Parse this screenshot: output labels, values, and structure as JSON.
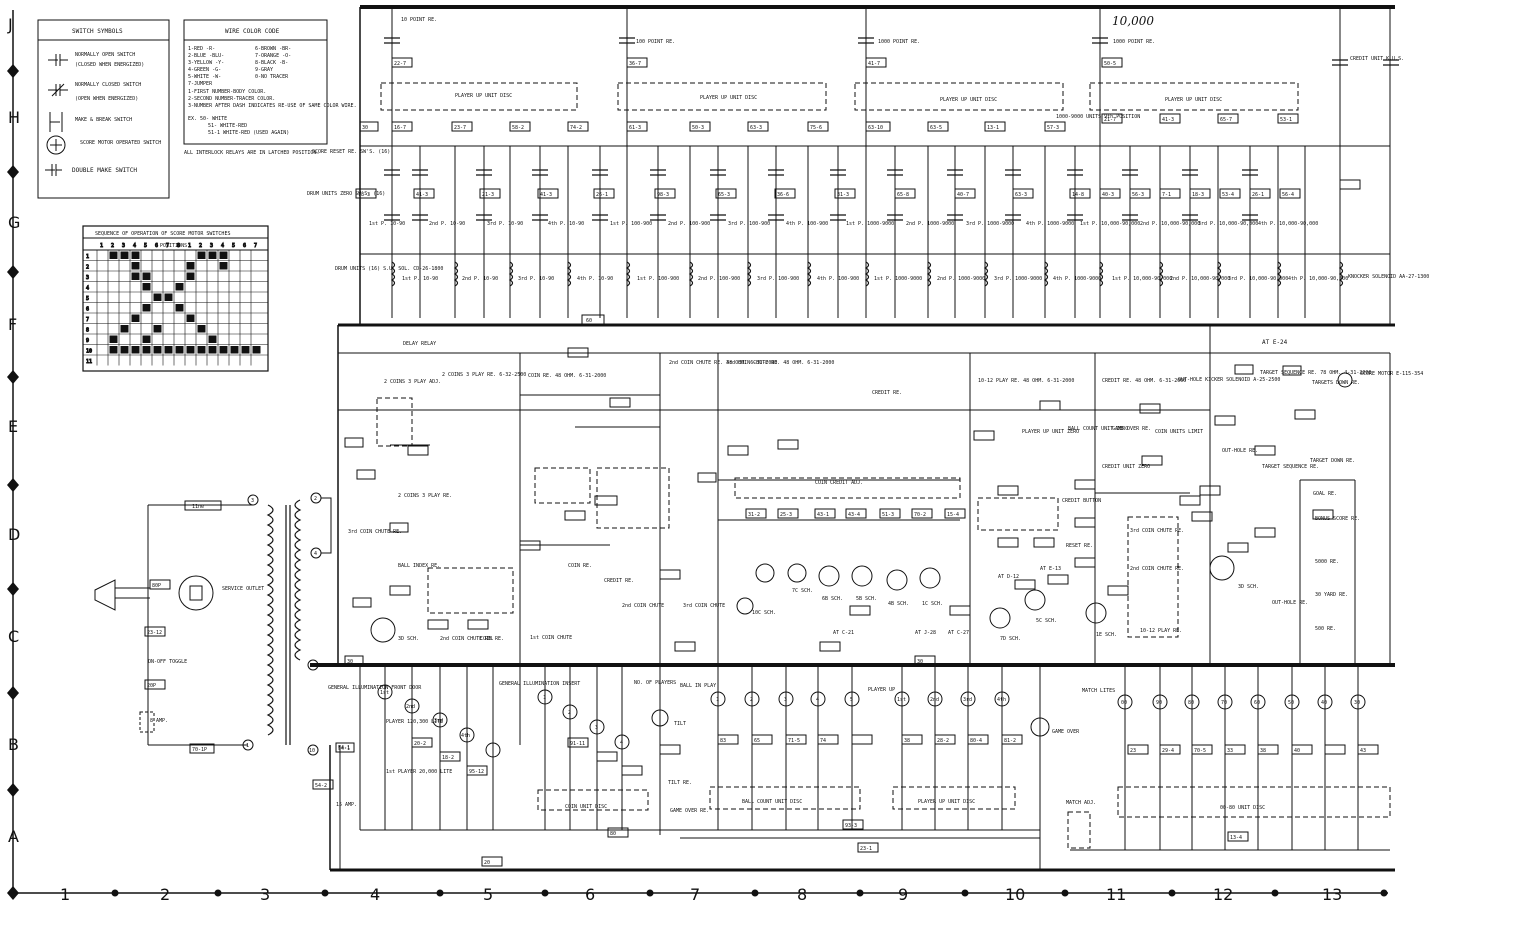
{
  "handwritten_note": "10,000",
  "grid": {
    "rows": [
      "J",
      "H",
      "G",
      "F",
      "E",
      "D",
      "C",
      "B",
      "A"
    ],
    "cols": [
      "1",
      "2",
      "3",
      "4",
      "5",
      "6",
      "7",
      "8",
      "9",
      "10",
      "11",
      "12",
      "13"
    ]
  },
  "switch_symbols": {
    "title": "SWITCH SYMBOLS",
    "items": [
      {
        "label": "NORMALLY OPEN SWITCH",
        "sub": "(CLOSED WHEN ENERGIZED)"
      },
      {
        "label": "NORMALLY CLOSED SWITCH",
        "sub": "(OPEN WHEN ENERGIZED)"
      },
      {
        "label": "MAKE & BREAK SWITCH",
        "sub": ""
      },
      {
        "label": "SCORE MOTOR OPERATED SWITCH",
        "sub": ""
      },
      {
        "label": "DOUBLE MAKE SWITCH",
        "sub": ""
      }
    ]
  },
  "wire_code": {
    "title": "WIRE COLOR CODE",
    "col1": [
      "1-RED -R-",
      "2-BLUE -BLU-",
      "3-YELLOW -Y-",
      "4-GREEN -G-",
      "5-WHITE -W-",
      "7-JUMPER"
    ],
    "col2": [
      "6-BROWN -BR-",
      "7-ORANGE -O-",
      "8-BLACK -B-",
      "9-GRAY",
      "0-NO TRACER"
    ],
    "notes": [
      "1-FIRST NUMBER-BODY COLOR.",
      "2-SECOND NUMBER-TRACER COLOR.",
      "3-NUMBER AFTER DASH INDICATES RE-USE OF SAME COLOR WIRE.",
      "EX. 50- WHITE",
      "51- WHITE-RED",
      "51-1 WHITE-RED (USED AGAIN)"
    ],
    "footer": "ALL INTERLOCK RELAYS ARE IN LATCHED POSITION."
  },
  "sequence_table": {
    "title": "SEQUENCE OF OPERATION OF SCORE MOTOR SWITCHES",
    "subtitle": "POSITIONS",
    "positions": [
      "1",
      "2",
      "3",
      "4",
      "5",
      "6",
      "7",
      "8",
      "1",
      "2",
      "3",
      "4",
      "5",
      "6",
      "7"
    ],
    "rows": [
      "1",
      "2",
      "3",
      "4",
      "5",
      "6",
      "7",
      "8",
      "9",
      "10",
      "11"
    ]
  },
  "top_relays": [
    {
      "label": "10 POINT RE.",
      "tag": "22-7"
    },
    {
      "label": "100 POINT RE.",
      "tag": "36-7"
    },
    {
      "label": "1000 POINT RE.",
      "tag": "41-7"
    },
    {
      "label": "1000 POINT RE.",
      "tag": "50-5"
    }
  ],
  "player_disc_label": "PLAYER UP UNIT DISC",
  "disc_tags": [
    "16-7",
    "23-7",
    "58-2",
    "74-2",
    "61-3",
    "50-3",
    "63-3",
    "75-6",
    "63-10",
    "63-5",
    "13-1",
    "57-3",
    "21-7",
    "41-3",
    "65-7",
    "53-1"
  ],
  "top_left_labels": [
    "SCORE RESET RE. SW'S. (16)",
    "DRUM UNITS ZERO SW'S. (16)",
    "DRUM UNITS (16) S.U. SOL. CD-26-1800"
  ],
  "drum_labels": [
    "1st P. 10-90",
    "2nd P. 10-90",
    "3rd P. 10-90",
    "4th P. 10-90",
    "1st P. 100-900",
    "2nd P. 100-900",
    "3rd P. 100-900",
    "4th P. 100-900",
    "1st P. 1000-9000",
    "2nd P. 1000-9000",
    "3rd P. 1000-9000",
    "4th P. 1000-9000",
    "1st P. 10,000-90,000",
    "2nd P. 10,000-90,000",
    "3rd P. 10,000-90,000",
    "4th P. 10,000-90,000"
  ],
  "drum_tags": [
    "78-3",
    "41-3",
    "21-3",
    "41-3",
    "26-1",
    "98-3",
    "65-3",
    "36-6",
    "31-3",
    "65-8",
    "40-7",
    "63-3",
    "14-8",
    "40-3",
    "56-3",
    "7-1",
    "18-3",
    "53-4",
    "26-1",
    "56-4"
  ],
  "right_top_labels": [
    "CREDIT UNIT K.U.S.",
    "KNOCKER SOLENOID AA-27-1300",
    "1000-9000 UNITS 9th POSITION"
  ],
  "mid_labels": [
    "DELAY RELAY",
    "2 COINS 3 PLAY ADJ.",
    "2 COINS 3 PLAY RE. 6-32-2500",
    "2 COINS 3 PLAY RE.",
    "3rd COIN CHUTE RE.",
    "BALL INDEX RE.",
    "COIN RE. 48 OHM. 6-31-2000",
    "2nd COIN CHUTE RE. 48 OHM. 6-31-2000",
    "3rd COIN CHUTE RE. 48 OHM. 6-31-2000",
    "CREDIT RE.",
    "COIN CREDIT ADJ.",
    "10-12 PLAY RE. 48 OHM. 6-31-2000",
    "CREDIT RE. 48 OHM. 6-31-2000",
    "OUT-HOLE KICKER SOLENOID A-25-2500",
    "TARGET SEQUENCE RE. 78 OHM. 4-31-2000",
    "SCORE MOTOR E-115-354",
    "TARGETS DOWN RE.",
    "PLAYER UP UNIT ZERO",
    "BALL COUNT UNIT ZERO",
    "GAME OVER RE.",
    "COIN UNITS LIMIT",
    "CREDIT UNIT ZERO",
    "CREDIT BUTTON",
    "RESET RE.",
    "OUT-HOLE RE.",
    "TARGET SEQUENCE RE.",
    "TARGET DOWN RE.",
    "GOAL RE.",
    "BONUS SCORE RE.",
    "5000 RE.",
    "30 YARD RE.",
    "500 RE.",
    "3rd COIN CHUTE RE.",
    "2nd COIN CHUTE RE.",
    "10-12 PLAY RE.",
    "COIN RE.",
    "CREDIT RE.",
    "2nd COIN CHUTE",
    "3rd COIN CHUTE",
    "1st COIN CHUTE",
    "2nd COIN CHUTE RE.",
    "COIN RE.",
    "OUT-HOLE RE.",
    "AT E-24",
    "AT C-21",
    "AT J-28",
    "AT C-27",
    "AT D-12",
    "AT E-13"
  ],
  "score_motor_tags": [
    "31-2",
    "25-3",
    "43-1",
    "43-4",
    "51-3",
    "70-2",
    "15-4"
  ],
  "score_motor_switches": [
    "10C SCH.",
    "7C SCH.",
    "6B SCH.",
    "5B SCH.",
    "4B SCH.",
    "1C SCH.",
    "7D SCH.",
    "5C SCH.",
    "1E SCH.",
    "3D SCH.",
    "3D SCH."
  ],
  "transformer": {
    "tag": "11ne",
    "values": [
      "3",
      "2",
      "4",
      "0",
      "1",
      "10"
    ]
  },
  "plug": {
    "labels": [
      "SERVICE OUTLET",
      "ON-OFF TOGGLE",
      "8 AMP.",
      "15 AMP."
    ],
    "tags": [
      "80P",
      "23-12",
      "20P",
      "70-1P",
      "54-1",
      "54-2"
    ]
  },
  "bottom_labels": [
    "GENERAL ILLUMINATION FRONT DOOR",
    "PLAYER 120,300 LITE",
    "1st PLAYER 20,000 LITE",
    "GENERAL ILLUMINATION INSERT",
    "NO. OF PLAYERS",
    "BALL IN PLAY",
    "TILT",
    "TILT RE.",
    "GAME OVER RE.",
    "PLAYER UP",
    "GAME OVER",
    "MATCH LITES",
    "MATCH ADJ.",
    "00-80 UNIT DISC",
    "COIN UNIT DISC",
    "BALL COUNT UNIT DISC",
    "PLAYER UP UNIT DISC"
  ],
  "bottom_tags": [
    "54-1",
    "20-2",
    "18-2",
    "95-12",
    "91-11",
    "83",
    "65",
    "71-5",
    "74",
    "38",
    "28-2",
    "80-4",
    "81-2",
    "23",
    "29-4",
    "70-5",
    "33",
    "38",
    "40",
    "43",
    "93-3",
    "23-1",
    "13-4",
    "80"
  ],
  "bottom_circles": [
    "1st",
    "2nd",
    "3rd",
    "4th",
    "1",
    "2",
    "3",
    "4",
    "1",
    "2",
    "3",
    "4",
    "5",
    "1st",
    "2nd",
    "3rd",
    "4th",
    "00",
    "90",
    "80",
    "70",
    "60",
    "50",
    "40",
    "30"
  ],
  "bus_tags": [
    "20",
    "30",
    "60",
    "80",
    "20",
    "30"
  ],
  "bottom_axis": [
    "1",
    "2",
    "3",
    "4",
    "5",
    "6",
    "7",
    "8",
    "9",
    "10",
    "11",
    "12",
    "13"
  ]
}
